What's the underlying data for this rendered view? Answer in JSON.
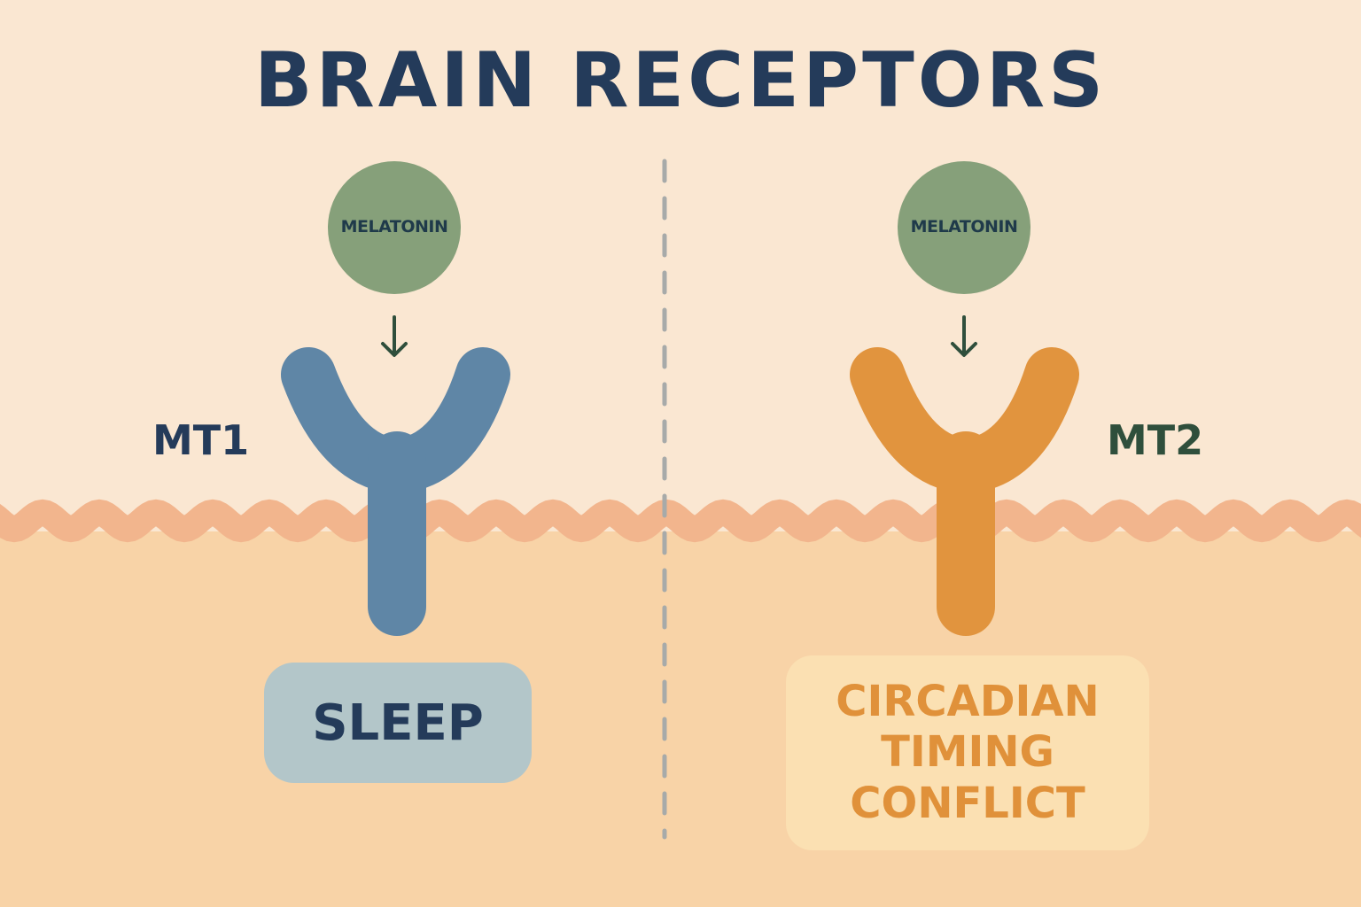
{
  "title": "BRAIN RECEPTORS",
  "colors": {
    "background_top": "#fae7d2",
    "background_bottom": "#f8d3a7",
    "membrane": "#f2b58d",
    "divider": "#a7aaa9",
    "title": "#243b5a",
    "melatonin": "#86a07a",
    "arrow": "#2f4f3c",
    "mt1_receptor": "#5f86a6",
    "mt2_receptor": "#e1943e",
    "sleep_box": "#b3c6c9",
    "circadian_box": "#fbe0b2"
  },
  "left_panel": {
    "molecule_label": "MELATONIN",
    "arrow_icon": "down-arrow-icon",
    "receptor_label": "MT1",
    "outcome": "SLEEP"
  },
  "right_panel": {
    "molecule_label": "MELATONIN",
    "arrow_icon": "down-arrow-icon",
    "receptor_label": "MT2",
    "outcome_lines": [
      "CIRCADIAN",
      "TIMING",
      "CONFLICT"
    ]
  }
}
